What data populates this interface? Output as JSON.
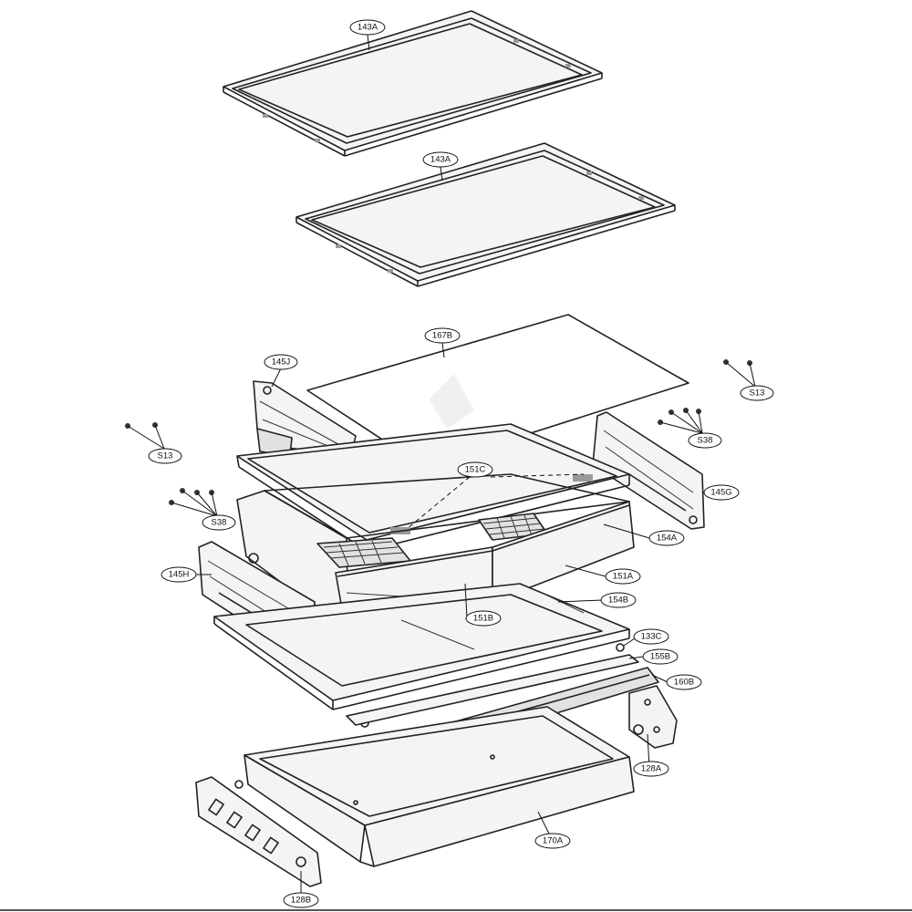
{
  "callouts": {
    "glass_shelf_top": "143A",
    "glass_shelf_second": "143A",
    "cover_sheet": "167B",
    "side_rail_left": "145J",
    "screws_top_right": "S13",
    "screws_right": "S38",
    "screws_left_upper": "S13",
    "screws_left_lower": "S38",
    "center_bracket": "151C",
    "side_rail_right": "145G",
    "drawer_cover": "154A",
    "side_rail_left_lower": "145H",
    "drawer_assembly": "151A",
    "drawer_front": "151B",
    "drawer_base": "154B",
    "roller": "133C",
    "rail_pin": "155B",
    "handle_bar": "160B",
    "bracket_right": "128A",
    "bottom_tray": "170A",
    "bracket_left": "128B"
  }
}
